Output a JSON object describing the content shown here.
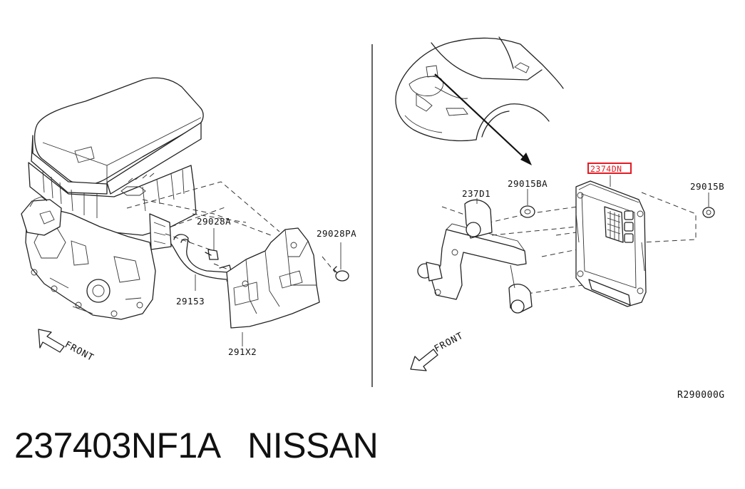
{
  "callouts": {
    "left_bracket_bolt": "29028A",
    "left_clip": "29028PA",
    "left_harness_bracket": "29153",
    "left_bracket": "291X2",
    "right_bracket": "237D1",
    "right_nut_a": "29015BA",
    "right_highlight": "2374DN",
    "right_nut_b": "29015B"
  },
  "front_labels": {
    "left": "FRONT",
    "right": "FRONT"
  },
  "reference_code": "R290000G",
  "caption": {
    "part_number": "237403NF1A",
    "brand": "NISSAN"
  },
  "highlight_color": "#e31b23"
}
